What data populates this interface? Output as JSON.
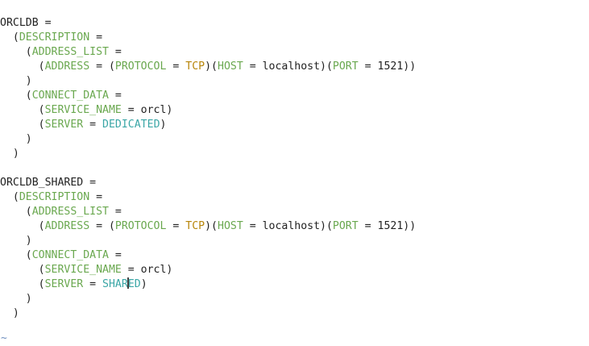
{
  "editor": {
    "colors": {
      "text": "#222222",
      "keyword": "#6aa84f",
      "tcp": "#b8860b",
      "value": "#3aa6a6",
      "tilde": "#6f8fbf"
    },
    "lines": [
      [
        {
          "t": "ORCLDB =",
          "c": "plain"
        }
      ],
      [
        {
          "t": "  (",
          "c": "plain"
        },
        {
          "t": "DESCRIPTION",
          "c": "kw"
        },
        {
          "t": " =",
          "c": "plain"
        }
      ],
      [
        {
          "t": "    (",
          "c": "plain"
        },
        {
          "t": "ADDRESS_LIST",
          "c": "kw"
        },
        {
          "t": " =",
          "c": "plain"
        }
      ],
      [
        {
          "t": "      (",
          "c": "plain"
        },
        {
          "t": "ADDRESS",
          "c": "kw"
        },
        {
          "t": " = (",
          "c": "plain"
        },
        {
          "t": "PROTOCOL",
          "c": "kw"
        },
        {
          "t": " = ",
          "c": "plain"
        },
        {
          "t": "TCP",
          "c": "tcp"
        },
        {
          "t": ")(",
          "c": "plain"
        },
        {
          "t": "HOST",
          "c": "kw"
        },
        {
          "t": " = localhost)(",
          "c": "plain"
        },
        {
          "t": "PORT",
          "c": "kw"
        },
        {
          "t": " = 1521))",
          "c": "plain"
        }
      ],
      [
        {
          "t": "    )",
          "c": "plain"
        }
      ],
      [
        {
          "t": "    (",
          "c": "plain"
        },
        {
          "t": "CONNECT_DATA",
          "c": "kw"
        },
        {
          "t": " =",
          "c": "plain"
        }
      ],
      [
        {
          "t": "      (",
          "c": "plain"
        },
        {
          "t": "SERVICE_NAME",
          "c": "kw"
        },
        {
          "t": " = orcl)",
          "c": "plain"
        }
      ],
      [
        {
          "t": "      (",
          "c": "plain"
        },
        {
          "t": "SERVER",
          "c": "kw"
        },
        {
          "t": " = ",
          "c": "plain"
        },
        {
          "t": "DEDICATED",
          "c": "val"
        },
        {
          "t": ")",
          "c": "plain"
        }
      ],
      [
        {
          "t": "    )",
          "c": "plain"
        }
      ],
      [
        {
          "t": "  )",
          "c": "plain"
        }
      ],
      [
        {
          "t": "",
          "c": "plain"
        }
      ],
      [
        {
          "t": "ORCLDB_SHARED =",
          "c": "plain"
        }
      ],
      [
        {
          "t": "  (",
          "c": "plain"
        },
        {
          "t": "DESCRIPTION",
          "c": "kw"
        },
        {
          "t": " =",
          "c": "plain"
        }
      ],
      [
        {
          "t": "    (",
          "c": "plain"
        },
        {
          "t": "ADDRESS_LIST",
          "c": "kw"
        },
        {
          "t": " =",
          "c": "plain"
        }
      ],
      [
        {
          "t": "      (",
          "c": "plain"
        },
        {
          "t": "ADDRESS",
          "c": "kw"
        },
        {
          "t": " = (",
          "c": "plain"
        },
        {
          "t": "PROTOCOL",
          "c": "kw"
        },
        {
          "t": " = ",
          "c": "plain"
        },
        {
          "t": "TCP",
          "c": "tcp"
        },
        {
          "t": ")(",
          "c": "plain"
        },
        {
          "t": "HOST",
          "c": "kw"
        },
        {
          "t": " = localhost)(",
          "c": "plain"
        },
        {
          "t": "PORT",
          "c": "kw"
        },
        {
          "t": " = 1521))",
          "c": "plain"
        }
      ],
      [
        {
          "t": "    )",
          "c": "plain"
        }
      ],
      [
        {
          "t": "    (",
          "c": "plain"
        },
        {
          "t": "CONNECT_DATA",
          "c": "kw"
        },
        {
          "t": " =",
          "c": "plain"
        }
      ],
      [
        {
          "t": "      (",
          "c": "plain"
        },
        {
          "t": "SERVICE_NAME",
          "c": "kw"
        },
        {
          "t": " = orcl)",
          "c": "plain"
        }
      ],
      [
        {
          "t": "      (",
          "c": "plain"
        },
        {
          "t": "SERVER",
          "c": "kw"
        },
        {
          "t": " = ",
          "c": "plain"
        },
        {
          "t": "SHAR",
          "c": "val"
        },
        {
          "t": "|",
          "c": "cursor"
        },
        {
          "t": "ED",
          "c": "val"
        },
        {
          "t": ")",
          "c": "plain"
        }
      ],
      [
        {
          "t": "    )",
          "c": "plain"
        }
      ],
      [
        {
          "t": "  )",
          "c": "plain"
        }
      ]
    ],
    "tilde": "~"
  }
}
